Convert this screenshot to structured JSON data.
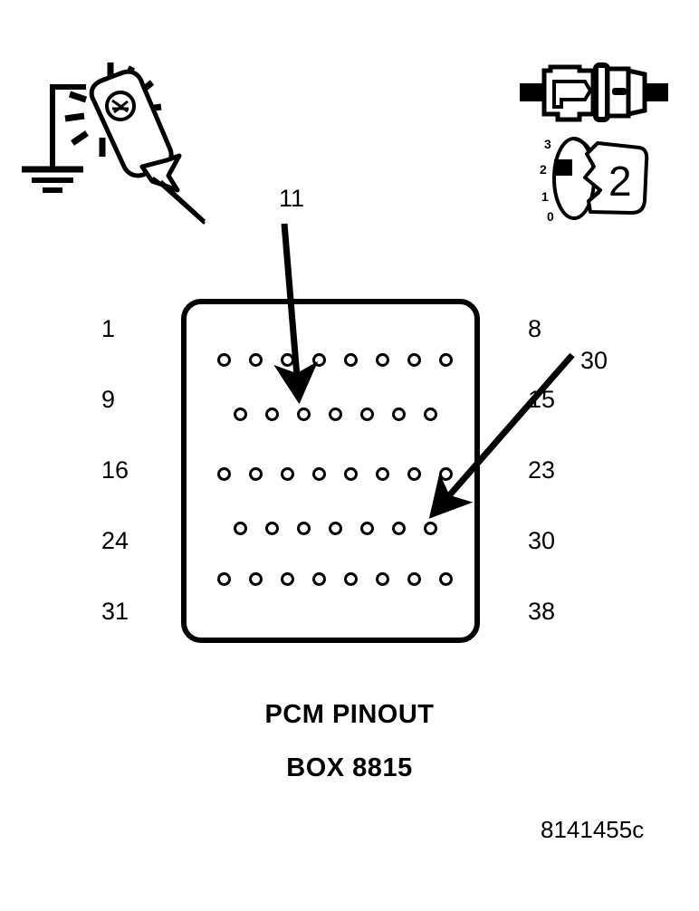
{
  "figure": {
    "caption_line1": "PCM PINOUT",
    "caption_line2": "BOX 8815",
    "figure_number": "8141455c"
  },
  "connector": {
    "name": "pcm-connector-pin-grid",
    "rows": [
      {
        "left_label": "1",
        "right_label": "8",
        "pin_count": 8,
        "offset": false
      },
      {
        "left_label": "9",
        "right_label": "15",
        "pin_count": 7,
        "offset": true
      },
      {
        "left_label": "16",
        "right_label": "23",
        "pin_count": 8,
        "offset": false
      },
      {
        "left_label": "24",
        "right_label": "30",
        "pin_count": 7,
        "offset": true
      },
      {
        "left_label": "31",
        "right_label": "38",
        "pin_count": 8,
        "offset": false
      }
    ]
  },
  "callouts": [
    {
      "label": "11",
      "name": "callout-pin-11",
      "target_row": 2,
      "target_pin": 3
    },
    {
      "label": "30",
      "name": "callout-pin-30",
      "target_row": 4,
      "target_pin": 7
    }
  ],
  "icons": {
    "test_light": "test-light-probe-icon",
    "ground": "chassis-ground-icon",
    "connector_pair": "two-way-connector-icon",
    "rotary_dial": "rotary-dial-icon"
  },
  "dial": {
    "name": "rotary-dial",
    "tick_labels": [
      "3",
      "2",
      "1",
      "0"
    ],
    "selected_position": "2",
    "body_label": "2"
  },
  "colors": {
    "ink": "#000000",
    "background": "#ffffff"
  }
}
